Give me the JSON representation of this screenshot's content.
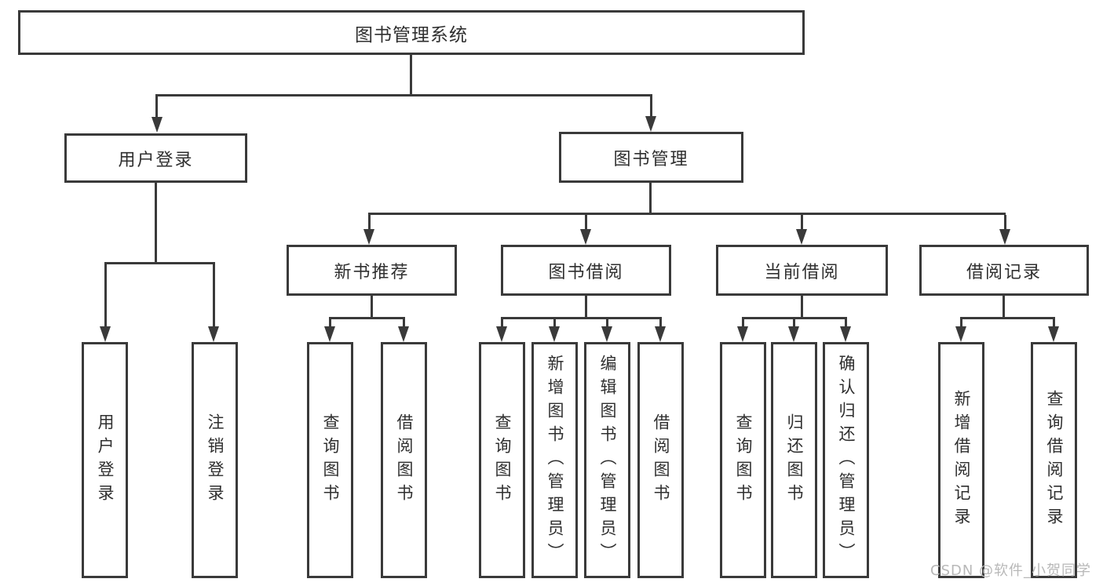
{
  "diagram_type": "hierarchy-tree",
  "colors": {
    "line": "#3a3a3a",
    "text": "#2f2f2f",
    "watermark": "#b8b8b8",
    "background": "#ffffff"
  },
  "watermark": "CSDN @软件_小贺同学",
  "tree": {
    "label": "图书管理系统",
    "children": [
      {
        "label": "用户登录",
        "children": [
          {
            "label": "用户登录"
          },
          {
            "label": "注销登录"
          }
        ]
      },
      {
        "label": "图书管理",
        "children": [
          {
            "label": "新书推荐",
            "children": [
              {
                "label": "查询图书"
              },
              {
                "label": "借阅图书"
              }
            ]
          },
          {
            "label": "图书借阅",
            "children": [
              {
                "label": "查询图书"
              },
              {
                "label": "新增图书（管理员）"
              },
              {
                "label": "编辑图书（管理员）"
              },
              {
                "label": "借阅图书"
              }
            ]
          },
          {
            "label": "当前借阅",
            "children": [
              {
                "label": "查询图书"
              },
              {
                "label": "归还图书"
              },
              {
                "label": "确认归还（管理员）"
              }
            ]
          },
          {
            "label": "借阅记录",
            "children": [
              {
                "label": "新增借阅记录"
              },
              {
                "label": "查询借阅记录"
              }
            ]
          }
        ]
      }
    ]
  }
}
